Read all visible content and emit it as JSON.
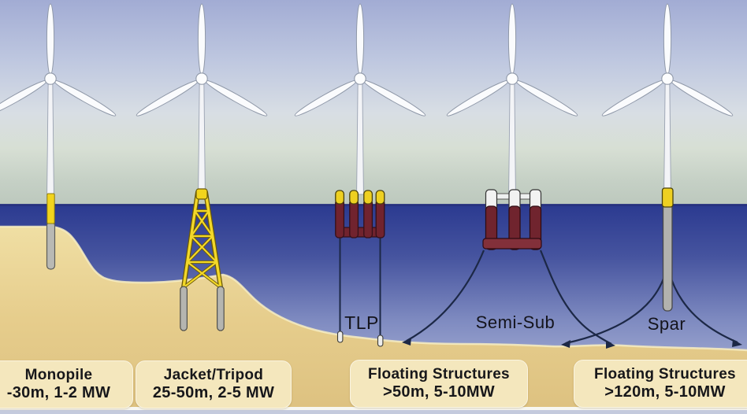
{
  "diagram": {
    "type": "offshore-wind-foundation-comparison",
    "water_labels": [
      {
        "text": "TLP"
      },
      {
        "text": "Semi-Sub"
      },
      {
        "text": "Spar"
      }
    ],
    "plates": [
      {
        "title": "Monopile",
        "subtitle": "-30m, 1-2 MW"
      },
      {
        "title": "Jacket/Tripod",
        "subtitle": "25-50m, 2-5 MW"
      },
      {
        "title": "Floating Structures",
        "subtitle": ">50m, 5-10MW"
      },
      {
        "title": "Floating Structures",
        "subtitle": ">120m, 5-10MW"
      }
    ],
    "colors": {
      "sky_top": "#a2acd4",
      "horizon_band": "#c5d0c5",
      "sea_top": "#2b3a90",
      "sea_bottom": "#b8c0dd",
      "sand": "#e6cd8c",
      "plate_bg": "#f4e7bd",
      "structure_maroon": "#71232e",
      "structure_yellow": "#eed021",
      "pile_gray": "#b5b5b0",
      "mooring_line": "#1c2846",
      "label_text": "#17171a"
    }
  }
}
